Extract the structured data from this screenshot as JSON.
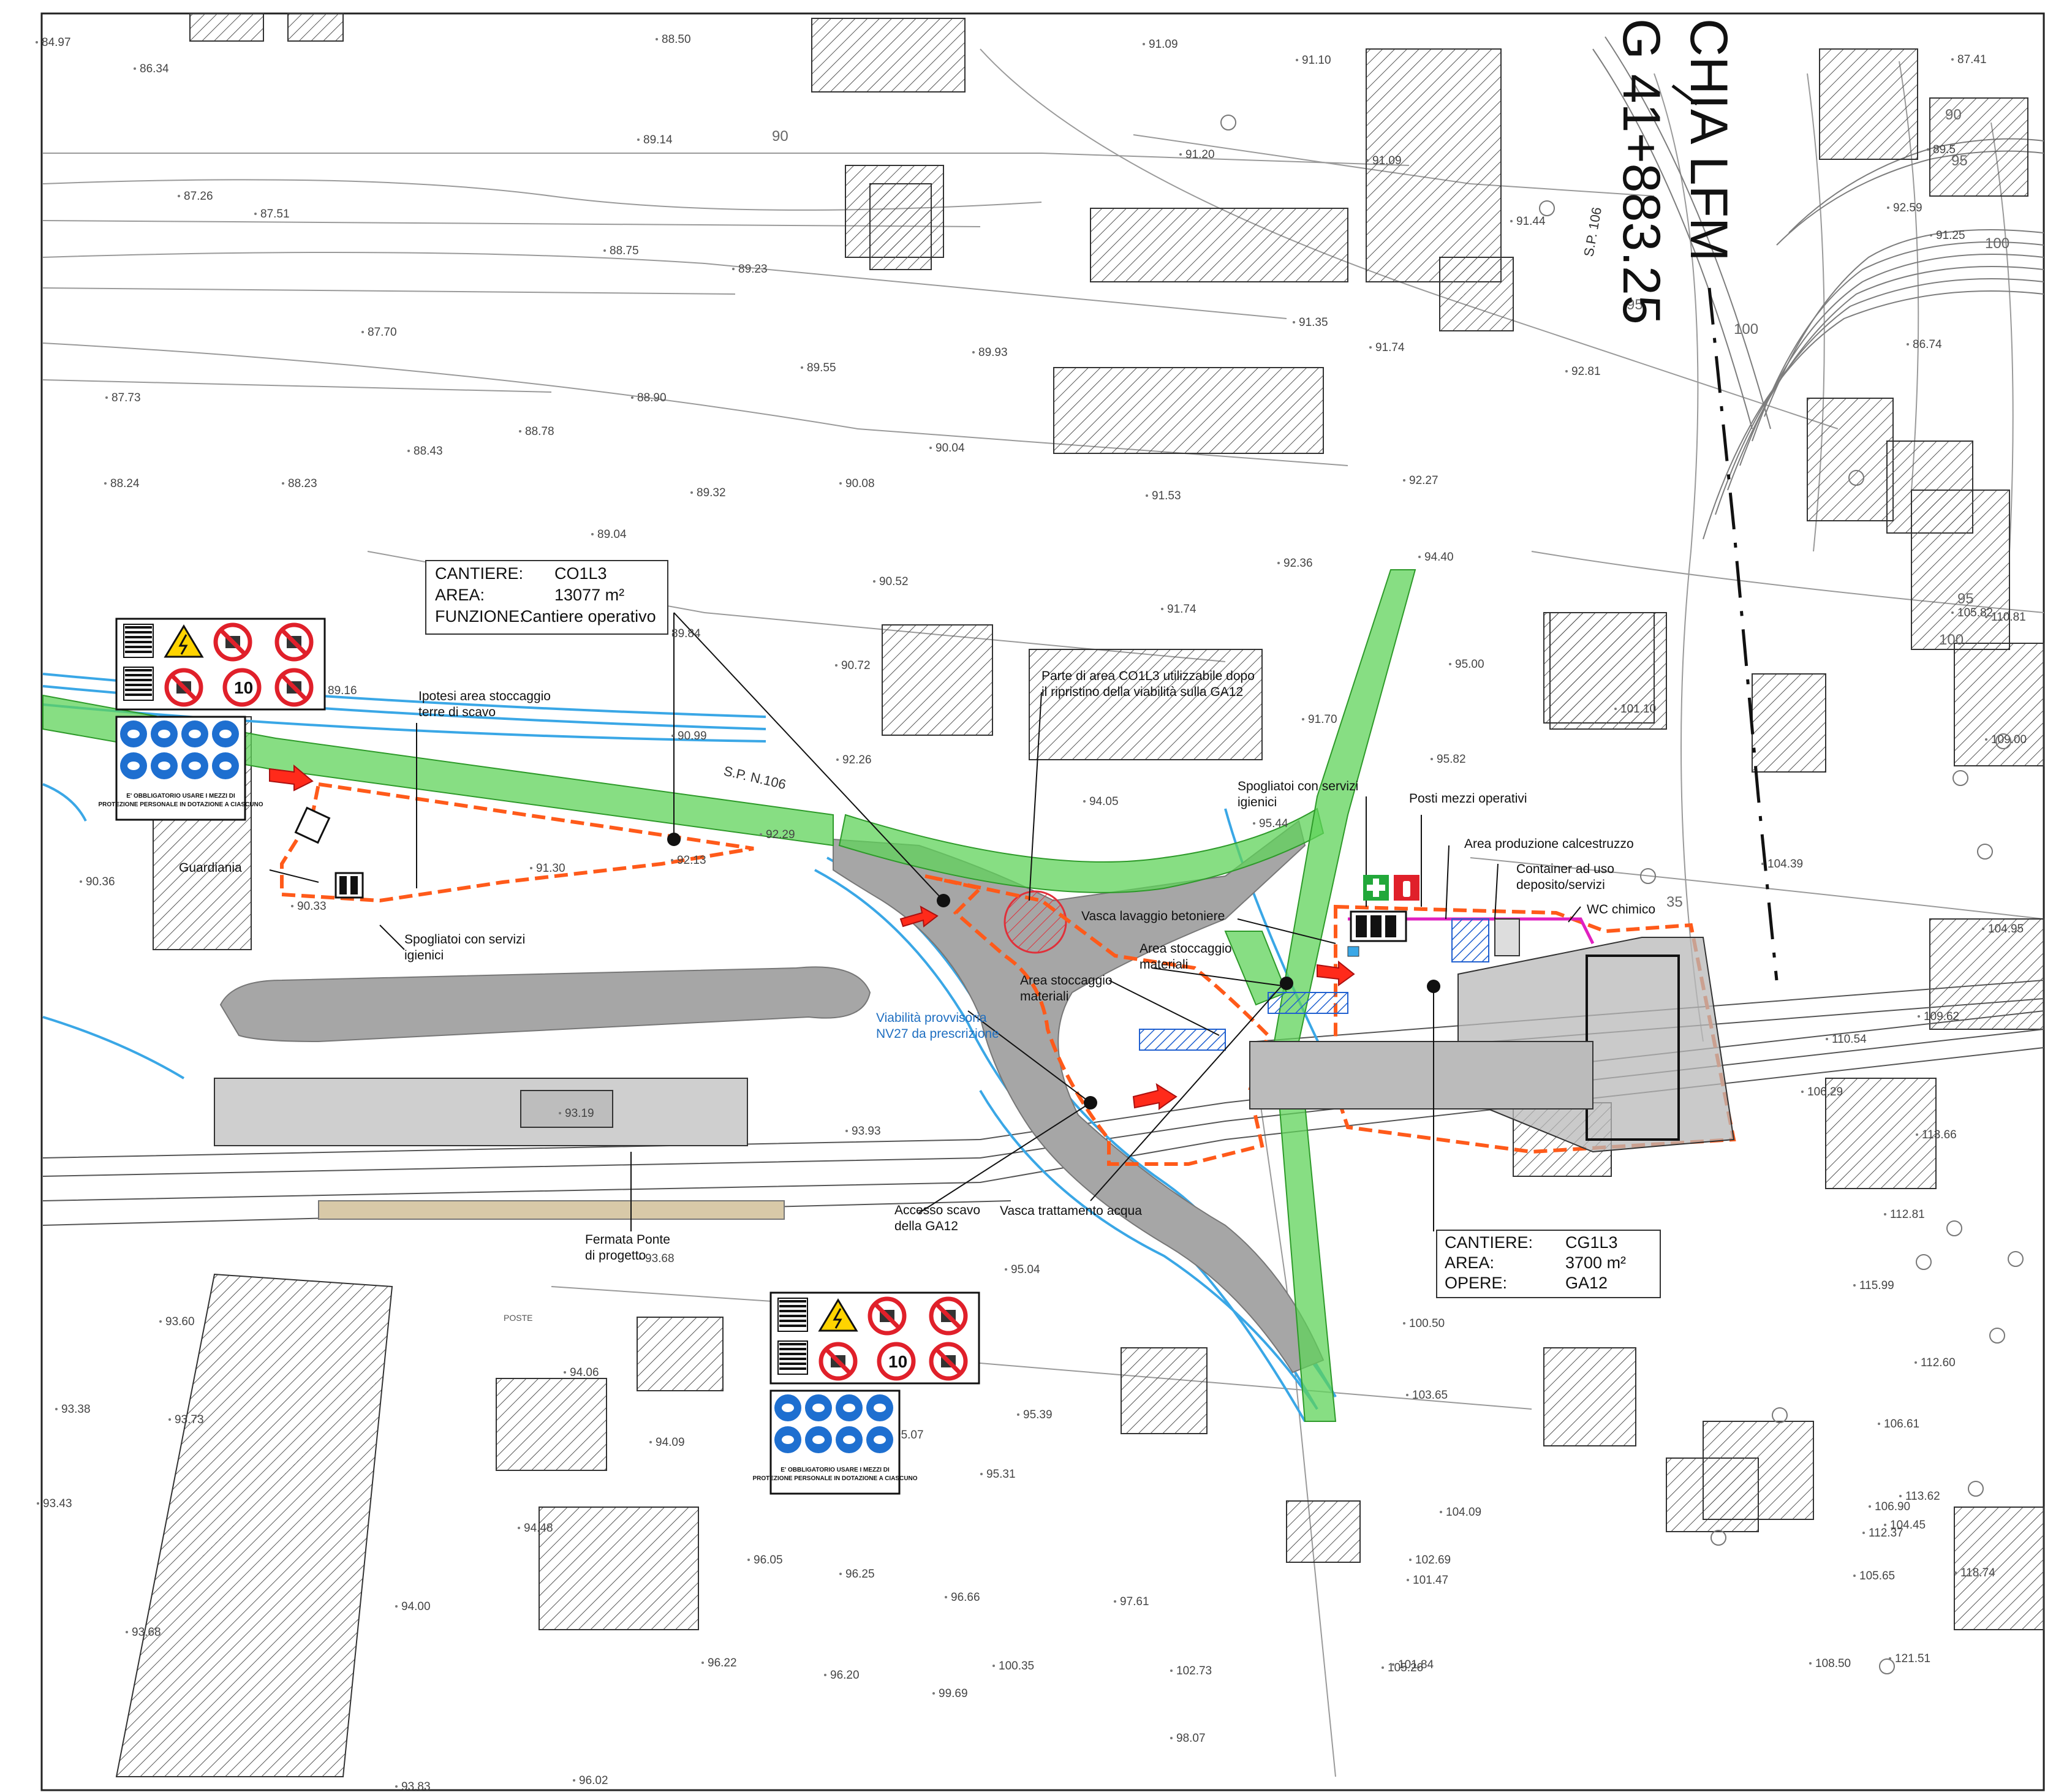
{
  "title": {
    "line1": "CHIA LFM",
    "line2": "G 41+883.25"
  },
  "road_label": "S.P. N.106",
  "road_label2": "S.P. 106",
  "site_boxes": [
    {
      "rows": [
        [
          "CANTIERE:",
          "CO1L3"
        ],
        [
          "AREA:",
          "13077  m²"
        ],
        [
          "FUNZIONE:",
          "Cantiere operativo"
        ]
      ]
    },
    {
      "rows": [
        [
          "CANTIERE:",
          "CG1L3"
        ],
        [
          "AREA:",
          "3700  m²"
        ],
        [
          "OPERE:",
          "GA12"
        ]
      ]
    }
  ],
  "annotations": [
    {
      "name": "stoccaggio-terre",
      "lines": [
        "Ipotesi area stoccaggio",
        "terre di scavo"
      ]
    },
    {
      "name": "guardiania",
      "lines": [
        "Guardiania"
      ]
    },
    {
      "name": "spogliatoi-1",
      "lines": [
        "Spogliatoi con servizi",
        "igienici"
      ]
    },
    {
      "name": "parte-area",
      "lines": [
        "Parte di area CO1L3 utilizzabile  dopo",
        "il ripristino della viabilità sulla GA12"
      ]
    },
    {
      "name": "spogliatoi-2",
      "lines": [
        "Spogliatoi con servizi",
        "igienici"
      ]
    },
    {
      "name": "posti-mezzi",
      "lines": [
        "Posti mezzi operativi"
      ]
    },
    {
      "name": "produzione-cls",
      "lines": [
        "Area produzione calcestruzzo"
      ]
    },
    {
      "name": "container",
      "lines": [
        "Container ad uso",
        "deposito/servizi"
      ]
    },
    {
      "name": "wc",
      "lines": [
        "WC chimico"
      ]
    },
    {
      "name": "vasca-lavaggio",
      "lines": [
        "Vasca lavaggio betoniere"
      ]
    },
    {
      "name": "stoccaggio-materiali-1",
      "lines": [
        "Area stoccaggio",
        "materiali"
      ]
    },
    {
      "name": "stoccaggio-materiali-2",
      "lines": [
        "Area stoccaggio",
        "materiali"
      ]
    },
    {
      "name": "viabilita",
      "lines": [
        "Viabilità provvisoria",
        "NV27 da prescrizione"
      ]
    },
    {
      "name": "accesso-scavo",
      "lines": [
        "Accesso scavo",
        "della GA12"
      ]
    },
    {
      "name": "vasca-acqua",
      "lines": [
        "Vasca trattamento acqua"
      ]
    },
    {
      "name": "fermata",
      "lines": [
        "Fermata Ponte",
        "di progetto"
      ]
    },
    {
      "name": "poste",
      "lines": [
        "POSTE"
      ]
    }
  ],
  "sign_caption": [
    "E' OBBLIGATORIO USARE I MEZZI DI",
    "PROTEZIONE PERSONALE IN DOTAZIONE A CIASCUNO"
  ],
  "speed_limit": "10",
  "elevations": [
    "84.97",
    "86.34",
    "88.50",
    "91.09",
    "91.10",
    "89.14",
    "91.20",
    "91.09",
    "87.26",
    "87.51",
    "88.75",
    "89.23",
    "91.44",
    "91.35",
    "91.74",
    "87.70",
    "89.93",
    "89.55",
    "87.73",
    "88.90",
    "88.78",
    "92.81",
    "88.43",
    "90.04",
    "88.24",
    "88.23",
    "89.32",
    "90.08",
    "91.53",
    "92.27",
    "89.04",
    "92.36",
    "94.40",
    "90.52",
    "91.74",
    "89.84",
    "90.72",
    "89.16",
    "90.99",
    "92.26",
    "91.70",
    "95.00",
    "94.05",
    "95.82",
    "92.29",
    "92.13",
    "91.30",
    "95.44",
    "90.36",
    "90.33",
    "93.19",
    "93.93",
    "95.04",
    "93.68",
    "93.60",
    "94.06",
    "93.38",
    "93.73",
    "94.09",
    "95.39",
    "95.07",
    "95.31",
    "93.43",
    "94.48",
    "96.05",
    "96.25",
    "96.66",
    "97.61",
    "94.00",
    "96.22",
    "96.20",
    "99.69",
    "100.35",
    "102.73",
    "93.68",
    "98.07",
    "96.02",
    "93.83",
    "101.47",
    "100.50",
    "103.65",
    "104.09",
    "102.69",
    "101.84",
    "105.26",
    "104.45",
    "112.37",
    "106.61",
    "112.60",
    "115.99",
    "113.66",
    "106.29",
    "110.54",
    "104.95",
    "104.39",
    "112.81",
    "106.90",
    "105.65",
    "118.74",
    "121.51",
    "108.50",
    "113.62",
    "87.41",
    "89.5",
    "92.59",
    "91.25",
    "86.74",
    "101.10",
    "109.00",
    "110.81",
    "105.82",
    "109.62"
  ],
  "contour_labels": [
    "90",
    "95",
    "100",
    "95",
    "100",
    "90",
    "95",
    "100",
    "35"
  ],
  "colors": {
    "green": "#5fd35a",
    "orange": "#ff5a1a",
    "blue": "#3aa7e6",
    "gray": "#a6a6a6",
    "magenta": "#e020c0",
    "pink": "#f060e0"
  },
  "icons": [
    "warning-electric-icon",
    "no-entry-icon",
    "no-smoking-icon",
    "speed-limit-icon",
    "hardhat-icon",
    "goggles-icon",
    "gloves-icon",
    "boots-icon",
    "first-aid-icon",
    "fire-extinguisher-icon"
  ]
}
